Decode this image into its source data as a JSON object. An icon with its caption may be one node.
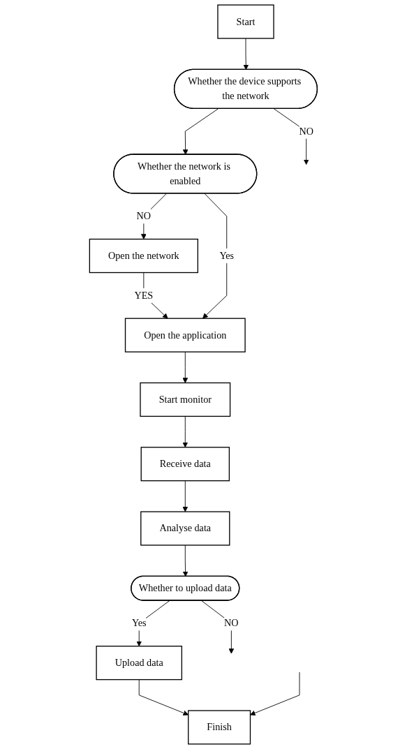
{
  "diagram": {
    "nodes": [
      {
        "text": [
          "Start"
        ]
      },
      {
        "text": [
          "Whether the device supports the network"
        ]
      },
      {
        "text": [
          "Whether the network is enabled"
        ]
      },
      {
        "text": [
          "Open the network"
        ]
      },
      {
        "text": [
          "Open the application"
        ]
      },
      {
        "text": [
          "Start monitor"
        ]
      },
      {
        "text": [
          "Receive data"
        ]
      },
      {
        "text": [
          "Analyse data"
        ]
      },
      {
        "text": [
          "Whether to upload data"
        ]
      },
      {
        "text": [
          "Upload data"
        ]
      },
      {
        "text": [
          "Finish"
        ]
      }
    ],
    "edges": [
      {
        "from": 0,
        "to": 1,
        "arrow": "to"
      },
      {
        "from": 1,
        "to": null,
        "label": "NO",
        "arrow": "to"
      },
      {
        "from": 1,
        "to": 2,
        "arrow": "to"
      },
      {
        "from": 2,
        "to": 3,
        "label": "NO",
        "arrow": "to"
      },
      {
        "from": 3,
        "to": 4,
        "label": "YES",
        "arrow": "to"
      },
      {
        "from": 2,
        "to": 4,
        "label": "Yes",
        "arrow": "to"
      },
      {
        "from": 4,
        "to": 5,
        "arrow": "to"
      },
      {
        "from": 5,
        "to": 6,
        "arrow": "to"
      },
      {
        "from": 6,
        "to": 7,
        "arrow": "to"
      },
      {
        "from": 7,
        "to": 8,
        "arrow": "to"
      },
      {
        "from": 8,
        "to": null,
        "label": "NO",
        "arrow": "to"
      },
      {
        "from": 8,
        "to": 9,
        "label": "Yes",
        "arrow": "to"
      },
      {
        "from": 9,
        "to": 10,
        "arrow": "to"
      },
      {
        "from": null,
        "to": 10,
        "arrow": "to"
      }
    ]
  }
}
